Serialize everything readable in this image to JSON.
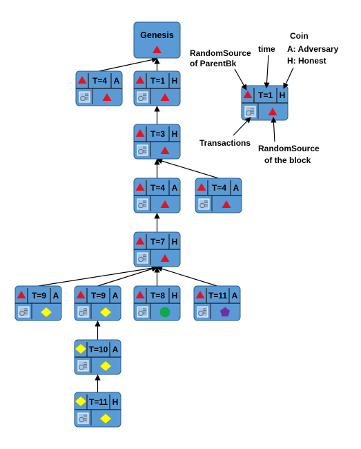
{
  "colors": {
    "block_fill": "#5B9BD5",
    "block_stroke": "#2E5A87",
    "divider": "#1A1A1A",
    "arrow": "#000000",
    "red": "#E8111E",
    "yellow": "#FFFF00",
    "green": "#11A84B",
    "purple": "#7030A0",
    "text": "#000000"
  },
  "genesis": {
    "label": "Genesis",
    "random_source": "red-triangle"
  },
  "blocks": [
    {
      "id": "b1",
      "time": "T=4",
      "coin": "A",
      "parent_rs": "red-triangle",
      "rs": "red-triangle",
      "parent": "genesis"
    },
    {
      "id": "b2",
      "time": "T=1",
      "coin": "H",
      "parent_rs": "red-triangle",
      "rs": "red-triangle",
      "parent": "genesis"
    },
    {
      "id": "b3",
      "time": "T=3",
      "coin": "H",
      "parent_rs": "red-triangle",
      "rs": "red-triangle",
      "parent": "b2"
    },
    {
      "id": "b4",
      "time": "T=4",
      "coin": "A",
      "parent_rs": "red-triangle",
      "rs": "red-triangle",
      "parent": "b3"
    },
    {
      "id": "b5",
      "time": "T=4",
      "coin": "A",
      "parent_rs": "red-triangle",
      "rs": "red-triangle",
      "parent": "b3"
    },
    {
      "id": "b6",
      "time": "T=7",
      "coin": "H",
      "parent_rs": "red-triangle",
      "rs": "red-triangle",
      "parent": "b4"
    },
    {
      "id": "b7",
      "time": "T=9",
      "coin": "A",
      "parent_rs": "red-triangle",
      "rs": "yellow-diamond",
      "parent": "b6"
    },
    {
      "id": "b8",
      "time": "T=9",
      "coin": "A",
      "parent_rs": "red-triangle",
      "rs": "yellow-diamond",
      "parent": "b6"
    },
    {
      "id": "b9",
      "time": "T=8",
      "coin": "H",
      "parent_rs": "red-triangle",
      "rs": "green-circle",
      "parent": "b6"
    },
    {
      "id": "b10",
      "time": "T=11",
      "coin": "A",
      "parent_rs": "red-triangle",
      "rs": "purple-pentagon",
      "parent": "b6"
    },
    {
      "id": "b11",
      "time": "T=10",
      "coin": "A",
      "parent_rs": "yellow-diamond",
      "rs": "yellow-diamond",
      "parent": "b8"
    },
    {
      "id": "b12",
      "time": "T=11",
      "coin": "H",
      "parent_rs": "yellow-diamond",
      "rs": "yellow-diamond",
      "parent": "b11"
    }
  ],
  "legend": {
    "block": {
      "time": "T=1",
      "coin": "H",
      "parent_rs": "red-triangle",
      "rs": "red-triangle"
    },
    "random_source_parent": [
      "RandomSource",
      "of ParentBk"
    ],
    "time": "time",
    "coin": [
      "Coin",
      "A: Adversary",
      "H: Honest"
    ],
    "transactions": "Transactions",
    "random_source_block": [
      "RandomSource",
      "of the block"
    ]
  }
}
